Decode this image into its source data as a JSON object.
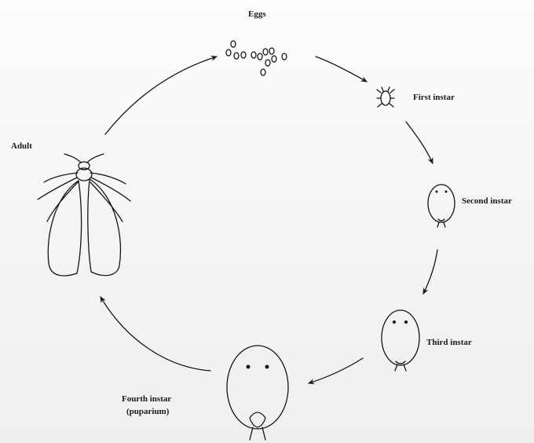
{
  "diagram": {
    "stages": {
      "eggs": "Eggs",
      "first_instar": "First instar",
      "second_instar": "Second instar",
      "third_instar": "Third instar",
      "fourth_instar_line1": "Fourth instar",
      "fourth_instar_line2": "(puparium)",
      "adult": "Adult"
    }
  }
}
